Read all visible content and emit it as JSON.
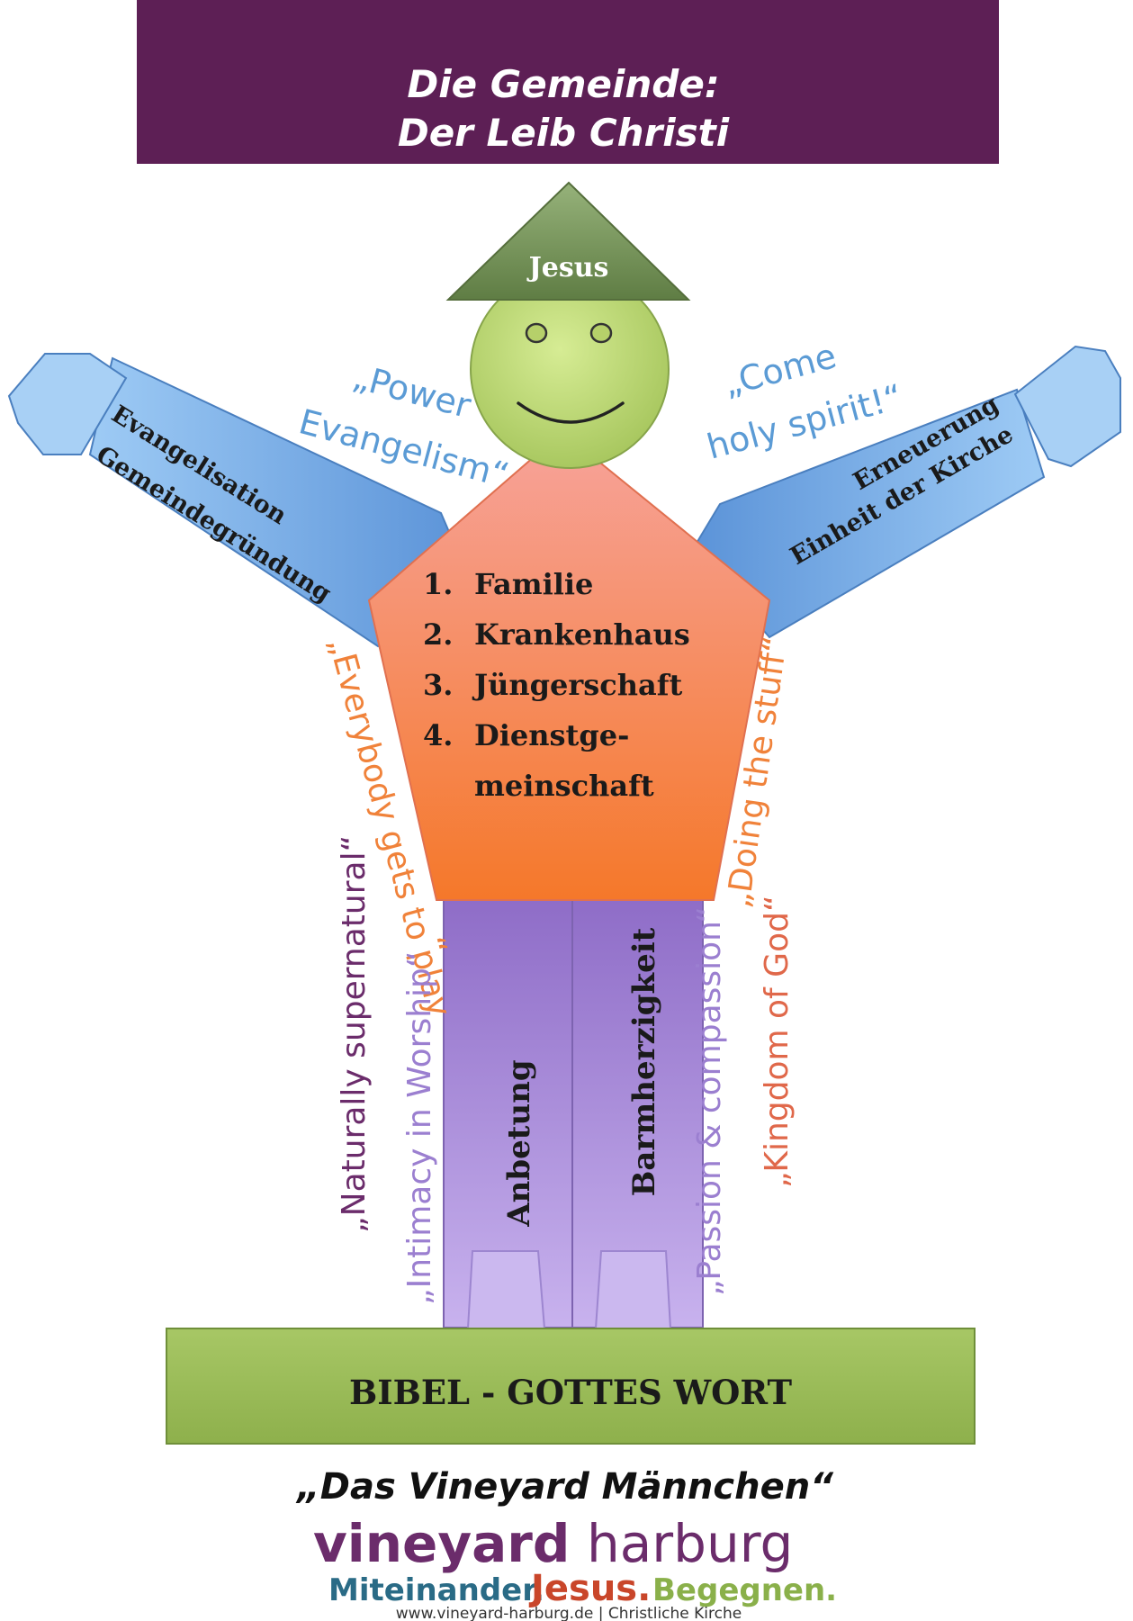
{
  "header": {
    "title_line1": "Die Gemeinde:",
    "title_line2": "Der Leib Christi",
    "background": "#5d1f55"
  },
  "head": {
    "hat_label": "Jesus",
    "hat_color": "#7a9a5a",
    "face_color": "#c5e07a"
  },
  "arms": {
    "left": {
      "line1": "Evangelisation",
      "line2": "Gemeindegründung"
    },
    "right": {
      "line1": "Erneuerung",
      "line2": "Einheit der Kirche"
    },
    "color": "#7ab0e8"
  },
  "torso": {
    "items": [
      {
        "num": "1.",
        "text": "Familie"
      },
      {
        "num": "2.",
        "text": "Krankenhaus"
      },
      {
        "num": "3.",
        "text": "Jüngerschaft"
      },
      {
        "num": "4.",
        "text": "Dienstge-"
      }
    ],
    "item4_cont": "meinschaft",
    "color_top": "#f7a39b",
    "color_bottom": "#f5782a"
  },
  "legs": {
    "left": "Anbetung",
    "right": "Barmherzigkeit",
    "color": "#a98ad8"
  },
  "quotes": {
    "power_l1": "„Power",
    "power_l2": "Evangelism“",
    "come_l1": "„Come",
    "come_l2": "holy spirit!“",
    "everybody_l1": "„Everybody gets to play",
    "everybody_l2": "“",
    "doing": "„Doing the stuff“",
    "natural": "„Naturally supernatural“",
    "intimacy": "„Intimacy in Worship“",
    "passion": "„Passion & compassion“",
    "kingdom": "„Kingdom of God“",
    "colors": {
      "blue": "#5b9bd5",
      "orange": "#f0823a",
      "darkpurple": "#6b2c6b",
      "lightpurple": "#9b7fd0",
      "red": "#e0684a"
    }
  },
  "base": {
    "label": "BIBEL - GOTTES WORT",
    "color": "#9bbb59"
  },
  "footer": {
    "caption": "„Das Vineyard Männchen“",
    "logo_vineyard": "vineyard",
    "logo_harburg": "harburg",
    "tag_miteinander": "Miteinander.",
    "tag_jesus": "Jesus.",
    "tag_begegnen": "Begegnen.",
    "url": "www.vineyard-harburg.de | Christliche Kirche"
  }
}
